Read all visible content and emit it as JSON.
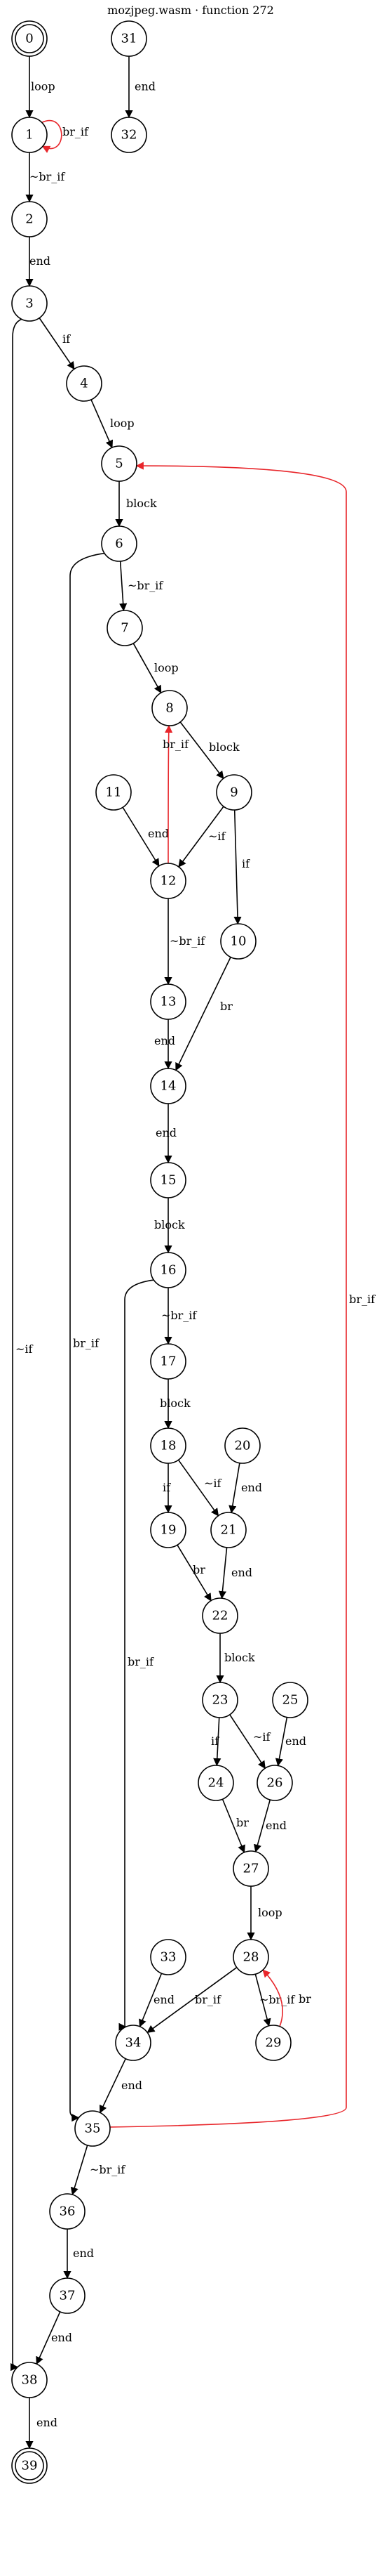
{
  "title": "mozjpeg.wasm · function 272",
  "colors": {
    "normal": "#000000",
    "back": "#e8262b"
  },
  "nodes": [
    {
      "id": "0",
      "terminal": true
    },
    {
      "id": "1"
    },
    {
      "id": "2"
    },
    {
      "id": "3"
    },
    {
      "id": "4"
    },
    {
      "id": "5"
    },
    {
      "id": "6"
    },
    {
      "id": "7"
    },
    {
      "id": "8"
    },
    {
      "id": "9"
    },
    {
      "id": "10"
    },
    {
      "id": "11"
    },
    {
      "id": "12"
    },
    {
      "id": "13"
    },
    {
      "id": "14"
    },
    {
      "id": "15"
    },
    {
      "id": "16"
    },
    {
      "id": "17"
    },
    {
      "id": "18"
    },
    {
      "id": "19"
    },
    {
      "id": "20"
    },
    {
      "id": "21"
    },
    {
      "id": "22"
    },
    {
      "id": "23"
    },
    {
      "id": "24"
    },
    {
      "id": "25"
    },
    {
      "id": "26"
    },
    {
      "id": "27"
    },
    {
      "id": "28"
    },
    {
      "id": "29"
    },
    {
      "id": "31"
    },
    {
      "id": "32"
    },
    {
      "id": "33"
    },
    {
      "id": "34"
    },
    {
      "id": "35"
    },
    {
      "id": "36"
    },
    {
      "id": "37"
    },
    {
      "id": "38"
    },
    {
      "id": "39",
      "terminal": true
    }
  ],
  "edges": [
    {
      "from": "0",
      "to": "1",
      "label": "loop"
    },
    {
      "from": "1",
      "to": "1",
      "label": "br_if",
      "back": true
    },
    {
      "from": "1",
      "to": "2",
      "label": "~br_if"
    },
    {
      "from": "2",
      "to": "3",
      "label": "end"
    },
    {
      "from": "3",
      "to": "4",
      "label": "if"
    },
    {
      "from": "3",
      "to": "38",
      "label": "~if"
    },
    {
      "from": "4",
      "to": "5",
      "label": "loop"
    },
    {
      "from": "5",
      "to": "6",
      "label": "block"
    },
    {
      "from": "6",
      "to": "7",
      "label": "~br_if"
    },
    {
      "from": "6",
      "to": "35",
      "label": "br_if"
    },
    {
      "from": "7",
      "to": "8",
      "label": "loop"
    },
    {
      "from": "8",
      "to": "9",
      "label": "block"
    },
    {
      "from": "9",
      "to": "12",
      "label": "~if"
    },
    {
      "from": "9",
      "to": "10",
      "label": "if"
    },
    {
      "from": "11",
      "to": "12",
      "label": "end"
    },
    {
      "from": "12",
      "to": "8",
      "label": "br_if",
      "back": true
    },
    {
      "from": "12",
      "to": "13",
      "label": "~br_if"
    },
    {
      "from": "10",
      "to": "14",
      "label": "br"
    },
    {
      "from": "13",
      "to": "14",
      "label": "end"
    },
    {
      "from": "14",
      "to": "15",
      "label": "end"
    },
    {
      "from": "15",
      "to": "16",
      "label": "block"
    },
    {
      "from": "16",
      "to": "17",
      "label": "~br_if"
    },
    {
      "from": "16",
      "to": "34",
      "label": "br_if"
    },
    {
      "from": "17",
      "to": "18",
      "label": "block"
    },
    {
      "from": "18",
      "to": "19",
      "label": "if"
    },
    {
      "from": "18",
      "to": "21",
      "label": "~if"
    },
    {
      "from": "20",
      "to": "21",
      "label": "end"
    },
    {
      "from": "19",
      "to": "22",
      "label": "br"
    },
    {
      "from": "21",
      "to": "22",
      "label": "end"
    },
    {
      "from": "22",
      "to": "23",
      "label": "block"
    },
    {
      "from": "23",
      "to": "24",
      "label": "if"
    },
    {
      "from": "23",
      "to": "26",
      "label": "~if"
    },
    {
      "from": "25",
      "to": "26",
      "label": "end"
    },
    {
      "from": "24",
      "to": "27",
      "label": "br"
    },
    {
      "from": "26",
      "to": "27",
      "label": "end"
    },
    {
      "from": "27",
      "to": "28",
      "label": "loop"
    },
    {
      "from": "28",
      "to": "34",
      "label": "br_if"
    },
    {
      "from": "28",
      "to": "29",
      "label": "~br_if"
    },
    {
      "from": "29",
      "to": "28",
      "label": "br",
      "back": true
    },
    {
      "from": "33",
      "to": "34",
      "label": "end"
    },
    {
      "from": "34",
      "to": "35",
      "label": "end"
    },
    {
      "from": "35",
      "to": "5",
      "label": "br_if",
      "back": true
    },
    {
      "from": "35",
      "to": "36",
      "label": "~br_if"
    },
    {
      "from": "36",
      "to": "37",
      "label": "end"
    },
    {
      "from": "37",
      "to": "38",
      "label": "end"
    },
    {
      "from": "38",
      "to": "39",
      "label": "end"
    },
    {
      "from": "31",
      "to": "32",
      "label": "end"
    }
  ]
}
